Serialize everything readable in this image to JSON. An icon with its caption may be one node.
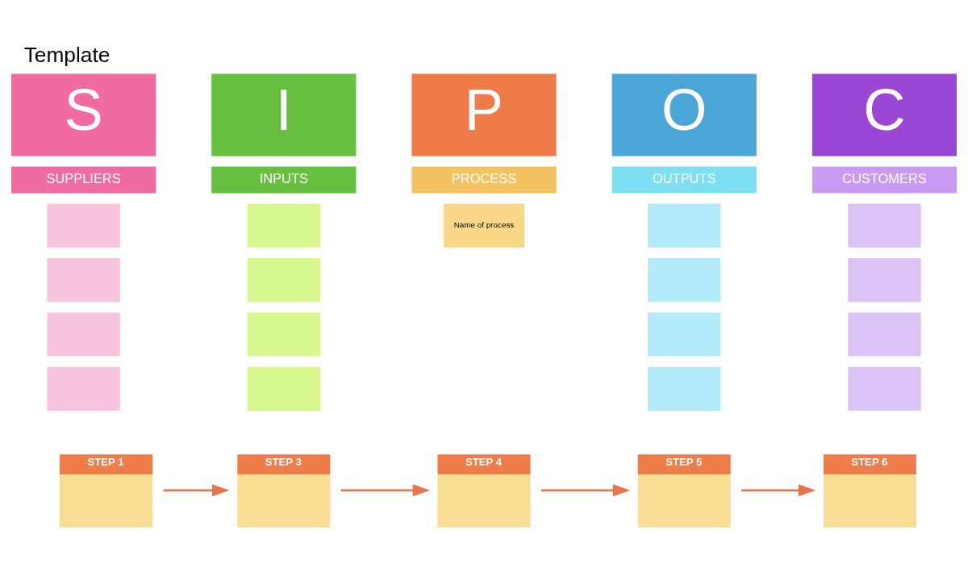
{
  "diagram": {
    "title": "Template",
    "nodes": [
      {
        "text": [
          "S"
        ]
      },
      {
        "text": [
          "SUPPLIERS"
        ]
      },
      {
        "text": [],
        "shape": "box"
      },
      {
        "text": [],
        "shape": "box"
      },
      {
        "text": [],
        "shape": "box"
      },
      {
        "text": [],
        "shape": "box"
      },
      {
        "text": [
          "I"
        ]
      },
      {
        "text": [
          "INPUTS"
        ]
      },
      {
        "text": [],
        "shape": "box"
      },
      {
        "text": [],
        "shape": "box"
      },
      {
        "text": [],
        "shape": "box"
      },
      {
        "text": [],
        "shape": "box"
      },
      {
        "text": [
          "P"
        ]
      },
      {
        "text": [
          "PROCESS"
        ]
      },
      {
        "text": [
          "Name of process"
        ]
      },
      {
        "text": [
          "O"
        ]
      },
      {
        "text": [
          "OUTPUTS"
        ]
      },
      {
        "text": [],
        "shape": "box"
      },
      {
        "text": [],
        "shape": "box"
      },
      {
        "text": [],
        "shape": "box"
      },
      {
        "text": [],
        "shape": "box"
      },
      {
        "text": [
          "C"
        ]
      },
      {
        "text": [
          "CUSTOMERS"
        ]
      },
      {
        "text": [],
        "shape": "box"
      },
      {
        "text": [],
        "shape": "box"
      },
      {
        "text": [],
        "shape": "box"
      },
      {
        "text": [],
        "shape": "box"
      },
      {
        "text": [
          "STEP 1"
        ]
      },
      {
        "text": [
          "STEP 3"
        ]
      },
      {
        "text": [
          "STEP 4"
        ]
      },
      {
        "text": [
          "STEP 5"
        ]
      },
      {
        "text": [
          "STEP 6"
        ]
      }
    ],
    "edges": [
      {
        "from": 27,
        "to": 28,
        "arrow": "to"
      },
      {
        "from": 28,
        "to": 29,
        "arrow": "to"
      },
      {
        "from": 29,
        "to": 30,
        "arrow": "to"
      },
      {
        "from": 30,
        "to": 31,
        "arrow": "to"
      }
    ]
  }
}
